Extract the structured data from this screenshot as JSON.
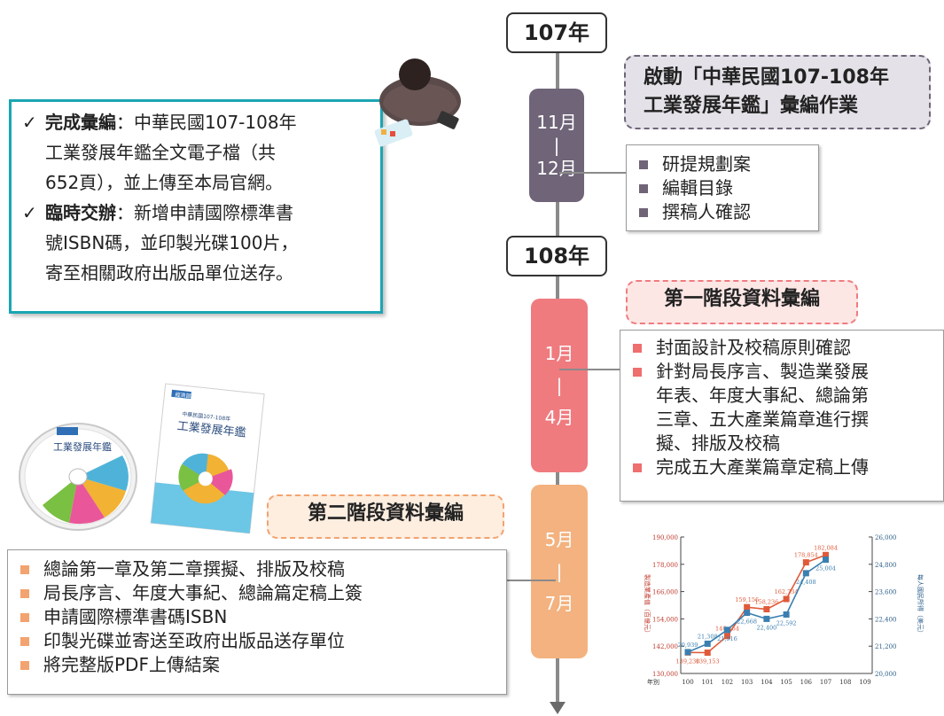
{
  "timeline": {
    "year1": "107年",
    "year2": "108年",
    "phase0": {
      "month_start": "11月",
      "sep": "|",
      "month_end": "12月",
      "title_line1": "啟動「中華民國107-108年",
      "title_line2": "工業發展年鑑」彙編作業",
      "tasks": [
        "研提規劃案",
        "編輯目錄",
        "撰稿人確認"
      ]
    },
    "phase1": {
      "month_start": "1月",
      "sep": "|",
      "month_end": "4月",
      "title": "第一階段資料彙編",
      "tasks": [
        {
          "lines": [
            "封面設計及校稿原則確認"
          ]
        },
        {
          "lines": [
            "針對局長序言、製造業發展",
            "年表、年度大事紀、總論第",
            "三章、五大產業篇章進行撰",
            "擬、排版及校稿"
          ]
        },
        {
          "lines": [
            "完成五大產業篇章定稿上傳"
          ]
        }
      ]
    },
    "phase2": {
      "month_start": "5月",
      "sep": "|",
      "month_end": "7月",
      "title": "第二階段資料彙編",
      "tasks": [
        "總論第一章及第二章撰擬、排版及校稿",
        "局長序言、年度大事紀、總論篇定稿上簽",
        "申請國際標準書碼ISBN",
        "印製光碟並寄送至政府出版品送存單位",
        "將完整版PDF上傳結案"
      ]
    }
  },
  "summary": {
    "check": "✓",
    "item1_bold": "完成彙編",
    "item1_lines": [
      "：中華民國107-108年",
      "工業發展年鑑全文電子檔（共",
      "652頁），並上傳至本局官網。"
    ],
    "item2_bold": "臨時交辦",
    "item2_lines": [
      "：新增申請國際標準書",
      "號ISBN碼，並印製光碟100片，",
      "寄至相關政府出版品單位送存。"
    ]
  },
  "book_art": {
    "cover_title": "工業發展年鑑",
    "cover_sub": "中華民國107-108年",
    "badge": "經濟部"
  },
  "colors": {
    "phase0": "#6f6478",
    "phase1": "#ef7b7f",
    "phase2": "#f3b27f",
    "phase0_bullet": "#6f6478",
    "phase1_bullet": "#ef6e6e",
    "phase2_bullet": "#f3a370",
    "teal": "#1aa5b3"
  },
  "chart_data": {
    "type": "line",
    "x": [
      "100",
      "101",
      "102",
      "103",
      "104",
      "105",
      "106",
      "107",
      "108",
      "109"
    ],
    "xlabel": "年別",
    "ylabel_left": "製造業產值（百億元）",
    "ylabel_right": "每人國民所得（美元）",
    "ylim_left": [
      130000,
      190000
    ],
    "ylim_right": [
      20000,
      26000
    ],
    "left_ticks": [
      "190,000",
      "178,000",
      "166,000",
      "154,000",
      "142,000",
      "130,000"
    ],
    "right_ticks": [
      "26,000",
      "24,800",
      "23,600",
      "22,400",
      "21,200",
      "20,000"
    ],
    "series": [
      {
        "axis": "left",
        "color": "#e05a3a",
        "values": [
          139230,
          139153,
          146464,
          159156,
          158236,
          162734,
          178854,
          182084
        ],
        "labels": [
          "139,230",
          "139,153",
          "146,464",
          "159,156",
          "158,236",
          "162,734",
          "178,854",
          "182,084"
        ]
      },
      {
        "axis": "right",
        "color": "#3a7fb0",
        "values": [
          20939,
          21308,
          21916,
          22668,
          22400,
          22592,
          24408,
          25004
        ],
        "labels": [
          "20,939",
          "21,308",
          "21,916",
          "22,668",
          "22,400",
          "22,592",
          "24,408",
          "25,004"
        ]
      }
    ]
  }
}
